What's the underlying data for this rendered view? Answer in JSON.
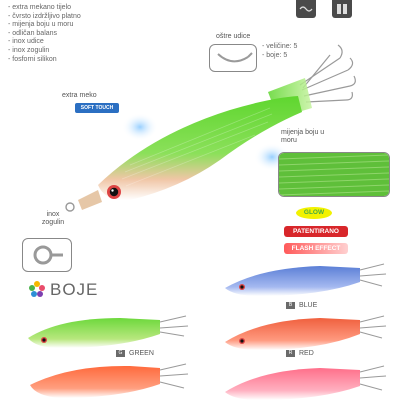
{
  "features": [
    "- extra mekano tijelo",
    "- čvrsto izdržljivo platno",
    "- mijenja boju u moru",
    "- odličan balans",
    "- inox udice",
    "- inox zogulin",
    "- fosforni silikon"
  ],
  "sizes": [
    "- veličine: 5",
    "- boje: 5"
  ],
  "callouts": {
    "sharp_hooks": "oštre udice",
    "extra_soft": "extra meko",
    "soft_touch": "SOFT TOUCH",
    "changes_color": "mijenja boju u moru",
    "inox_swivel": "inox zogulin"
  },
  "badges": {
    "glow": "GLOW",
    "patented": "PATENTIRANO",
    "flash": "FLASH EFFECT"
  },
  "colors_title": "BOJE",
  "colors": [
    {
      "code": "B",
      "name": "BLUE",
      "hex": "#5b7fd6"
    },
    {
      "code": "G",
      "name": "GREEN",
      "hex": "#5fce3a"
    },
    {
      "code": "R",
      "name": "RED",
      "hex": "#f0603e"
    }
  ],
  "palette": {
    "green": "#6dd83c",
    "orange": "#ff7a50",
    "blue": "#6f8fe6",
    "pink": "#ff7a8a",
    "glow_yellow": "#f2f200",
    "patent_red": "#d8262a"
  }
}
